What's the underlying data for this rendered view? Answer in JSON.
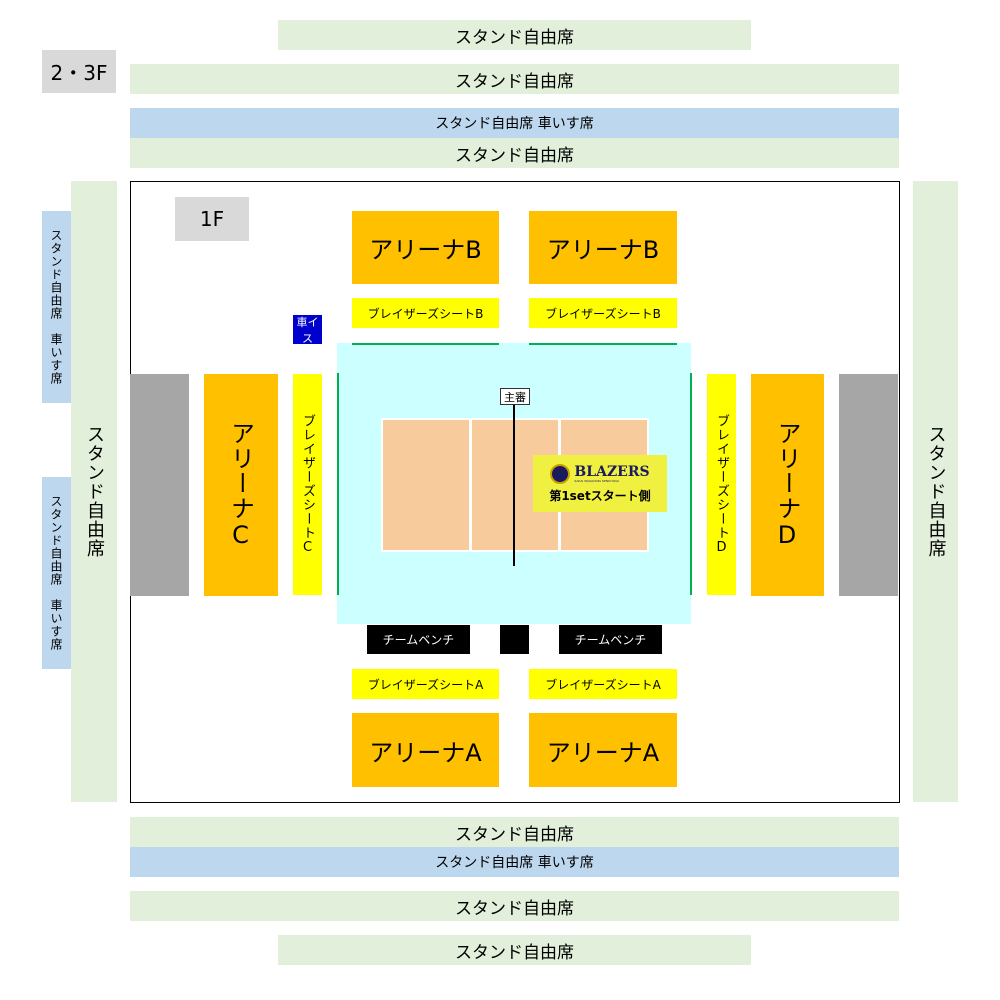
{
  "floor_labels": {
    "upper": "2・3F",
    "lower": "1F"
  },
  "stand": "スタンド自由席",
  "stand_wheelchair": "スタンド自由席 車いす席",
  "stand_wheelchair_vertical": "スタンド自由席　車いす席",
  "wheelchair_short": "車イス",
  "arena": {
    "A": "アリーナA",
    "B": "アリーナB",
    "C": "アリーナC",
    "D": "アリーナD"
  },
  "blazers_seat": {
    "A": "ブレイザーズシートA",
    "B": "ブレイザーズシートB",
    "C": "ブレイザーズシートC",
    "D": "ブレイザーズシートD"
  },
  "team_bench": "チームベンチ",
  "referee": "主審",
  "team_logo": "BLAZERS",
  "team_logo_sub": "SAKAI WAKAYAMA KENKYUKAI",
  "start_side": "第1setスタート側",
  "colors": {
    "arena": "#ffc000",
    "blazers": "#ffff00",
    "stand": "#e2efda",
    "wheelchair": "#bdd7ee",
    "court": "#f8cb9c",
    "floor": "#ccffff"
  }
}
